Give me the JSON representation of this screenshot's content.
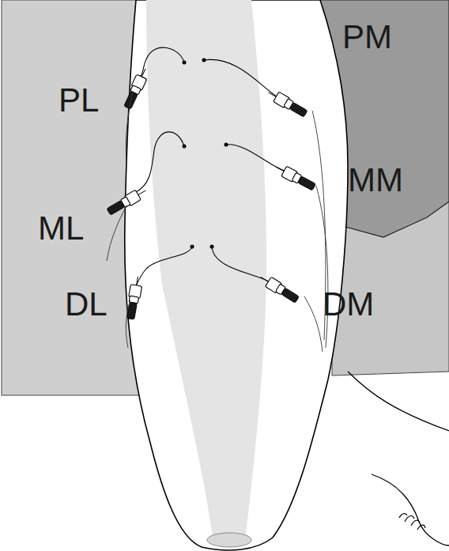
{
  "diagram": {
    "labels": [
      "PM",
      "PL",
      "MM",
      "ML",
      "DL",
      "DM"
    ]
  }
}
